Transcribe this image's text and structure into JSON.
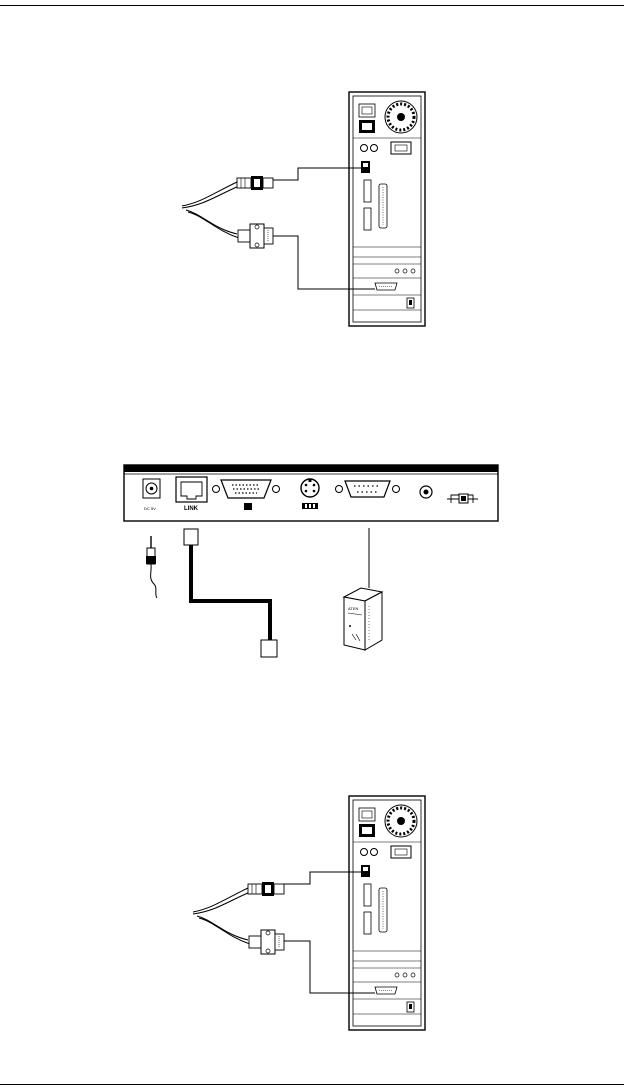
{
  "unit_panel": {
    "link_label": "LINK",
    "dc_label": "DC 5V"
  },
  "server_tower": {
    "brand_text": "ATEN"
  }
}
